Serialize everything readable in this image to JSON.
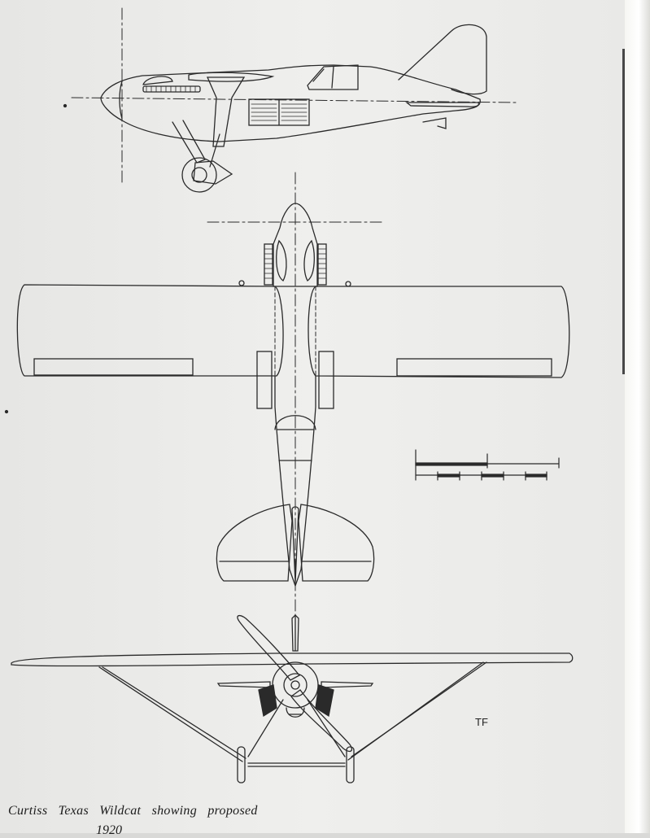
{
  "caption": {
    "line1": "Curtiss Texas Wildcat showing proposed",
    "line2": "1920"
  },
  "drawing_initials": "TF"
}
